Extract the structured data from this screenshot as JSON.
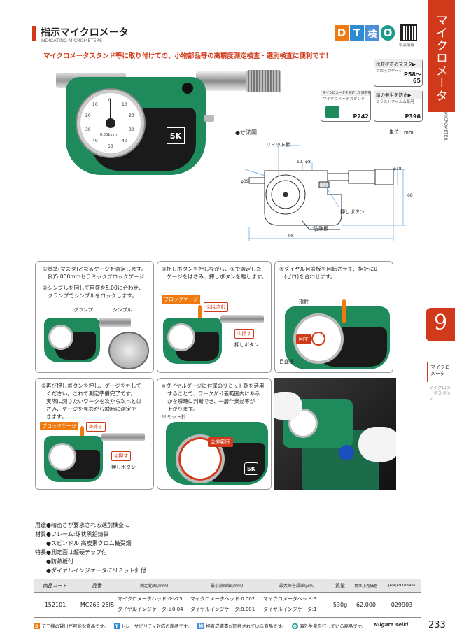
{
  "header": {
    "title": "指示マイクロメータ",
    "subtitle": "INDICATING MICROMETERS",
    "badges": [
      "D",
      "T",
      "検",
      "O"
    ],
    "qr_caption": "製品情報"
  },
  "tagline": "マイクロメータスタンド等に取り付けての、小物部品等の高精度測定検査・選別検査に便利です！",
  "side": {
    "vertical_title": "マイクロメータ",
    "vertical_en": "MICROMETER",
    "nav_active": "マイクロメータ",
    "nav_other": "マイクロメータスタンド",
    "index_symbol": "9"
  },
  "refs": [
    {
      "title": "比較校正のマスタ▶",
      "caption": "ブロックゲージ",
      "page": "P58〜65"
    },
    {
      "title": "マイクロメータを固定して測定を行うなら▶",
      "caption": "マイクロメータスタンド",
      "page": "P242"
    },
    {
      "title": "錆の発生を防止▶",
      "caption": "セラストフィルム新用",
      "page": "P396"
    }
  ],
  "dims": {
    "heading": "●寸法図",
    "unit": "単位：mm",
    "labels": {
      "limit": "リミット針",
      "push": "押しボタン",
      "heat": "防熱板",
      "d18": "φ18",
      "d8": "φ8",
      "d39": "φ39",
      "w98": "98",
      "h68": "68",
      "v19": "19"
    }
  },
  "dial": {
    "numbers": [
      "0",
      "10",
      "20",
      "30",
      "40",
      "50",
      "40",
      "30",
      "20",
      "10"
    ],
    "small": "0.001mm",
    "brand": "SK"
  },
  "steps": [
    {
      "lines": [
        "①基準(マスタ)となるゲージを選定します。",
        "例)5.000mmセラミックブロックゲージ",
        "",
        "②シンブルを回して目盛を5.00に合わせ、",
        "クランプでシンブルをロックします。"
      ],
      "labels": [
        "クランプ",
        "シンブル"
      ]
    },
    {
      "lines": [
        "③押しボタンを押しながら、①で選定した",
        "ゲージをはさみ、押しボタンを離します。"
      ],
      "labels": [
        "ブロックゲージ",
        "②はさむ",
        "①押す",
        "押しボタン"
      ]
    },
    {
      "lines": [
        "④ダイヤル目盛板を回転させて、指針に0",
        "(ゼロ)を合わせます。"
      ],
      "labels": [
        "指針",
        "回す",
        "目盛板"
      ]
    },
    {
      "lines": [
        "⑤再び押しボタンを押し、ゲージを外して",
        "ください。これで測定準備完了です。",
        "実際に測りたいワークを次から次へとは",
        "さみ、ゲージを見ながら瞬時に測定で",
        "きます。"
      ],
      "labels": [
        "ブロックゲージ",
        "②外す",
        "①押す",
        "押しボタン"
      ]
    },
    {
      "lines": [
        "※ダイヤルゲージに付属のリミット針を活用",
        "することで、ワークが公差範囲内にある",
        "かを瞬時に判断でき、一層作業効率が",
        "上がります。"
      ],
      "labels": [
        "リミット針",
        "公差範囲"
      ]
    }
  ],
  "specs": [
    {
      "label": "用途",
      "text": "精密さが要求される選別検査に"
    },
    {
      "label": "材質",
      "text": "フレーム:球状黒鉛鋳鉄"
    },
    {
      "label": "",
      "text": "スピンドル:高炭素クロム軸受鋼"
    },
    {
      "label": "特長",
      "text": "測定面は超硬チップ付"
    },
    {
      "label": "",
      "text": "防熱板付"
    },
    {
      "label": "",
      "text": "ダイヤルインジケータにリミット針付"
    }
  ],
  "table": {
    "headers": [
      "商品コード",
      "品番",
      "測定範囲(mm)",
      "最小読取値(mm)",
      "最大許容誤差(μm)",
      "質量",
      "標準小売価格",
      "JAN(4978846)"
    ],
    "row": {
      "code": "152101",
      "part": "MC263-25IS",
      "range1": "マイクロメータヘッド:0〜25",
      "range2": "ダイヤルインジケータ:±0.04",
      "read1": "マイクロメータヘッド:0.002",
      "read2": "ダイヤルインジケータ:0.001",
      "err1": "マイクロメータヘッド:3",
      "err2": "ダイヤルインジケータ:1",
      "mass": "530g",
      "price": "62,000",
      "jan": "029903"
    }
  },
  "footer": {
    "legend": [
      {
        "icon": "D",
        "text": "デモ機の貸出が可能な商品です。"
      },
      {
        "icon": "T",
        "text": "トレーサビリティ対応の商品です。"
      },
      {
        "icon": "検",
        "text": "検査成績書が同梱されている商品です。"
      },
      {
        "icon": "O",
        "text": "海外生産を行っている商品です。"
      }
    ],
    "brand": "Niigata seiki",
    "page": "233"
  },
  "colors": {
    "accent": "#d03a1b",
    "frame": "#1f8a5b",
    "orange": "#f07a10"
  }
}
